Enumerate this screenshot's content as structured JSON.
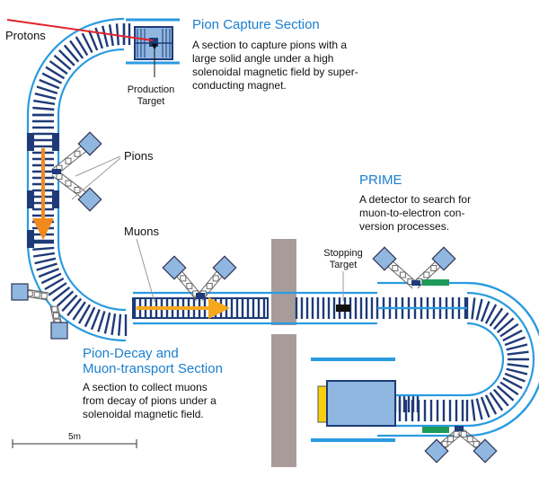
{
  "labels": {
    "protons": "Protons",
    "production_target_1": "Production",
    "production_target_2": "Target",
    "pions": "Pions",
    "muons": "Muons",
    "stopping_target_1": "Stopping",
    "stopping_target_2": "Target",
    "scale_bar": "5m"
  },
  "sections": {
    "pion_capture": {
      "title": "Pion Capture Section",
      "desc": [
        "A section to capture pions with a",
        "large solid angle under a high",
        "solenoidal magnetic field by super-",
        "conducting magnet."
      ]
    },
    "prime": {
      "title": "PRIME",
      "desc": [
        "A detector to search for",
        "muon-to-electron con-",
        "version processes."
      ]
    },
    "pion_decay": {
      "title_1": "Pion-Decay and",
      "title_2": "Muon-transport Section",
      "desc": [
        "A section to collect muons",
        "from decay of pions under a",
        "solenoidal magnetic field."
      ]
    }
  },
  "colors": {
    "title_blue": "#1a7fd0",
    "beamline_blue": "#2a9be0",
    "coil_navy": "#1e3a78",
    "magnet_box": "#8fb7e0",
    "proton_beam": "#e0242c",
    "pion_arrow": "#f08a1c",
    "muon_arrow": "#f5a81c",
    "shield_wall": "#a89c9a",
    "target_yellow": "#f6d00f",
    "green_block": "#1d9a5a"
  }
}
